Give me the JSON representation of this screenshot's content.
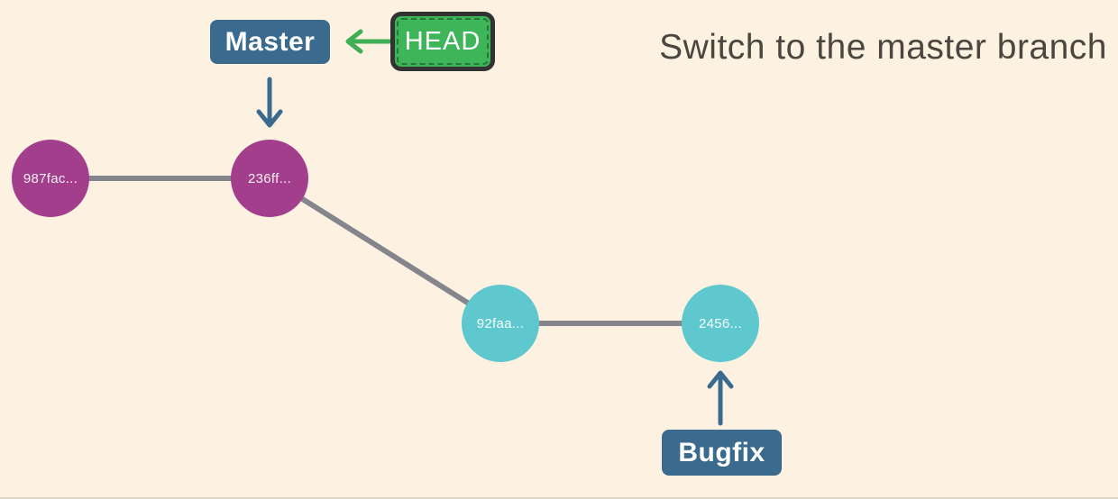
{
  "title": "Switch to the master branch",
  "branch_labels": {
    "master": "Master",
    "head": "HEAD",
    "bugfix": "Bugfix"
  },
  "commits": [
    {
      "id": "987fac...",
      "branch": "master"
    },
    {
      "id": "236ff...",
      "branch": "master"
    },
    {
      "id": "92faa...",
      "branch": "bugfix"
    },
    {
      "id": "2456...",
      "branch": "bugfix"
    }
  ],
  "colors": {
    "background": "#FDF2E1",
    "master_commit": "#A23E8C",
    "bugfix_commit": "#5EC8CE",
    "branch_label_bg": "#3A6B8F",
    "head_bg": "#3DB558",
    "head_border": "#323232",
    "edge_line": "#84858D",
    "arrow_blue": "#3A6B8F",
    "arrow_green": "#3EAF55",
    "title_text": "#4B463F"
  }
}
